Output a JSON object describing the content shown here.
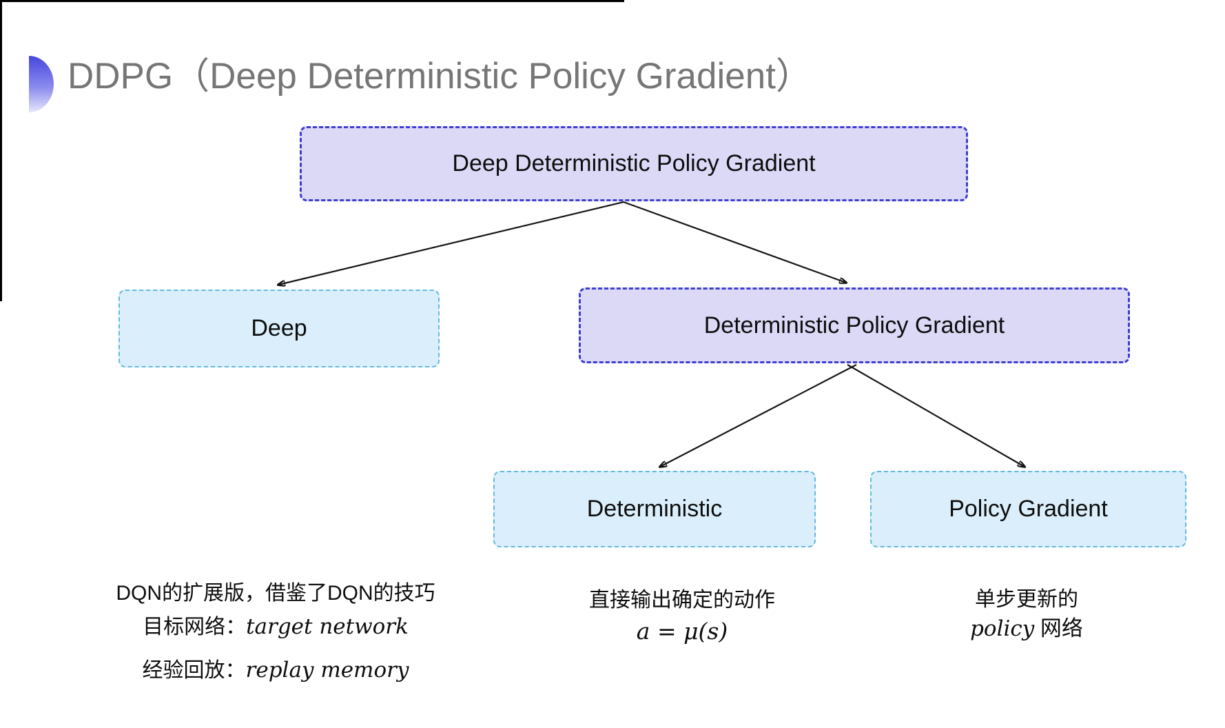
{
  "title": {
    "text": "DDPG（Deep Deterministic Policy Gradient）"
  },
  "tree": {
    "root": {
      "label": "Deep Deterministic Policy Gradient"
    },
    "deep": {
      "label": "Deep"
    },
    "dpg": {
      "label": "Deterministic Policy Gradient"
    },
    "deterministic": {
      "label": "Deterministic"
    },
    "policy_gradient": {
      "label": "Policy Gradient"
    }
  },
  "notes": {
    "deep": {
      "line1": "DQN的扩展版，借鉴了DQN的技巧",
      "line2_label": "目标网络：",
      "line2_value": "target network",
      "line3_label": "经验回放：",
      "line3_value": "replay memory"
    },
    "deterministic": {
      "line1": "直接输出确定的动作",
      "formula": "a = μ(s)"
    },
    "policy_gradient": {
      "line1": "单步更新的",
      "line2_italic": "policy",
      "line2_rest": " 网络"
    }
  },
  "colors": {
    "purple_fill": "#dcd9f7",
    "purple_border": "#3d3dcf",
    "cyan_fill": "#daeffb",
    "cyan_border": "#64b8e0",
    "arrow_color": "#141414",
    "title_color": "#767676",
    "bullet_top": "#4646dd"
  }
}
